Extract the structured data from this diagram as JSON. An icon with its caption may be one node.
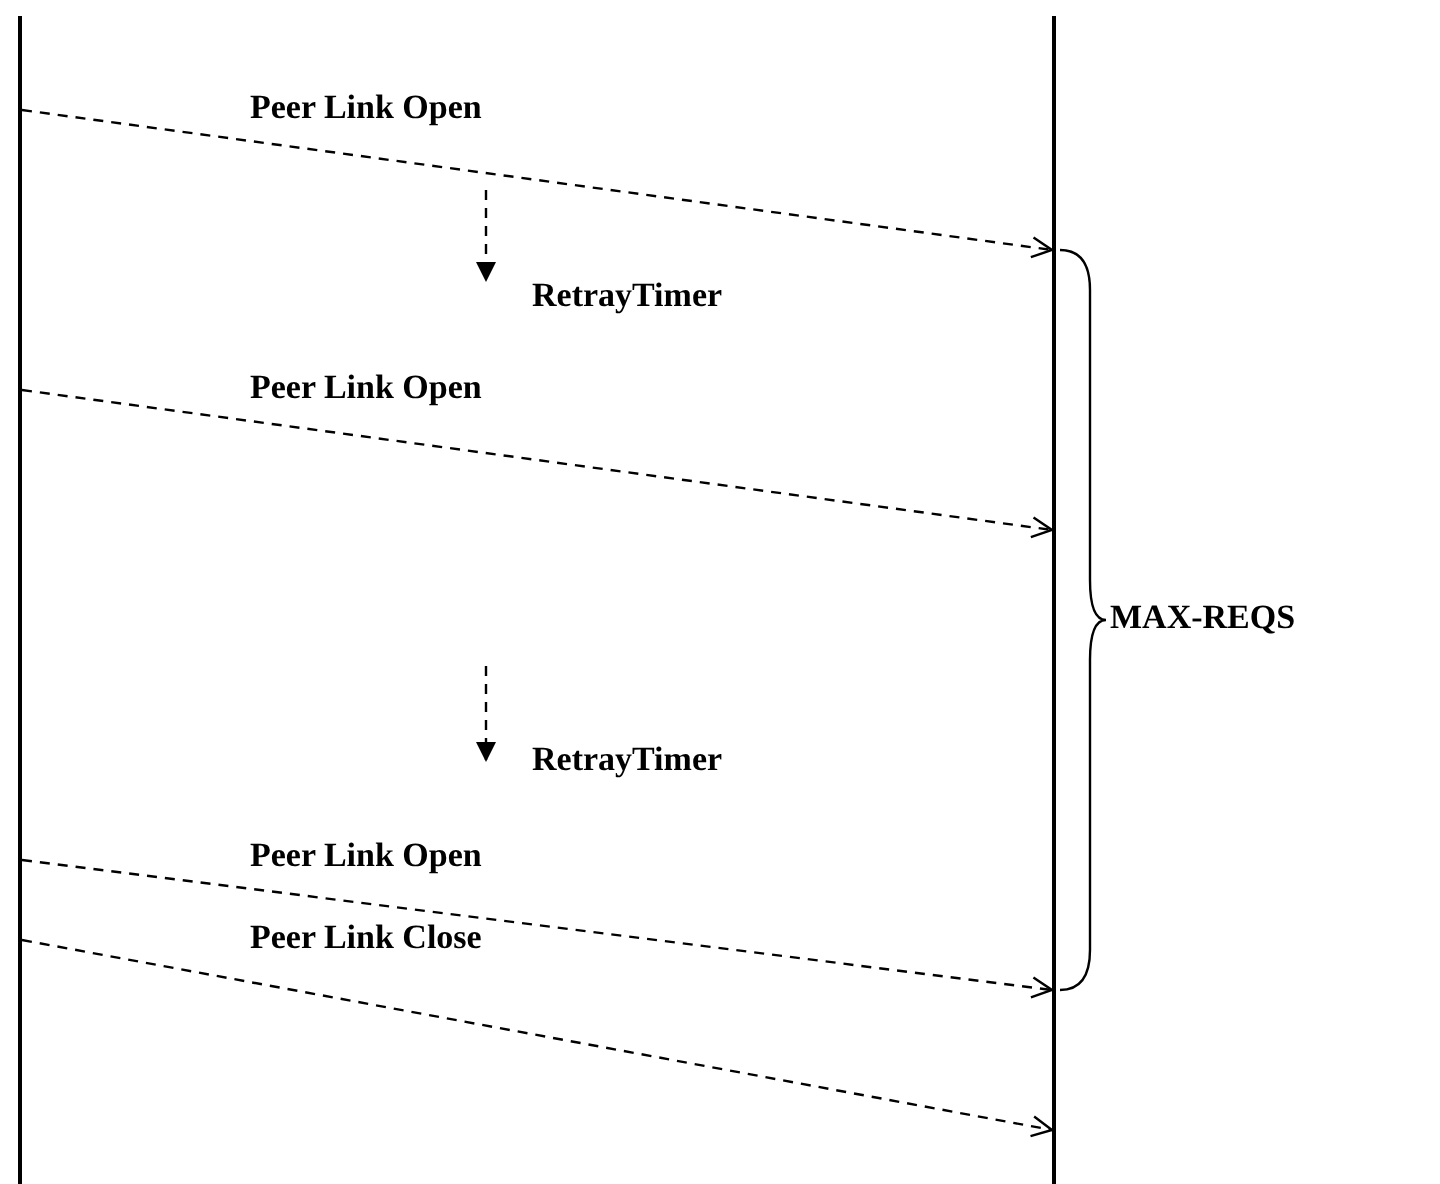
{
  "diagram": {
    "nodes": [
      {
        "text": [],
        "shape": "bar"
      },
      {
        "text": [],
        "shape": "bar"
      }
    ],
    "edges": [
      {
        "from": 0,
        "to": 1,
        "arrow": "to",
        "label": "Peer Link Open",
        "style": "dashed"
      },
      {
        "from": 0,
        "to": 1,
        "arrow": "to",
        "label": "Peer Link Open",
        "style": "dashed"
      },
      {
        "from": 0,
        "to": 1,
        "arrow": "to",
        "label": "Peer Link Open",
        "style": "dashed"
      },
      {
        "from": 0,
        "to": 1,
        "arrow": "to",
        "label": "Peer Link Close",
        "style": "dashed"
      }
    ],
    "labels": [
      "RetrayTimer",
      "RetrayTimer",
      "MAX-REQS"
    ]
  }
}
